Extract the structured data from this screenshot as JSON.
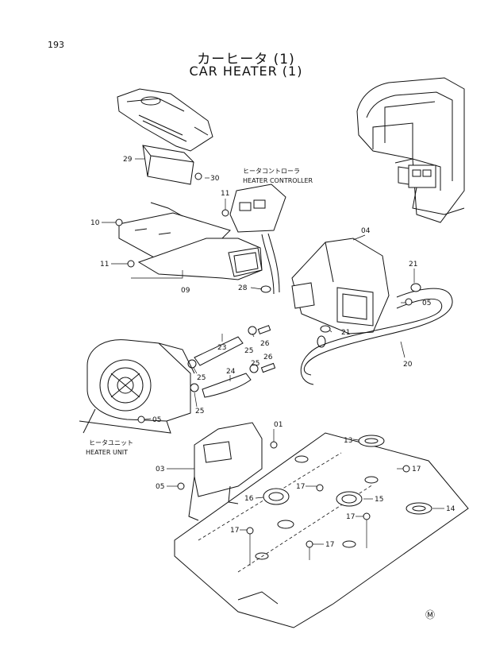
{
  "page": {
    "number": "193"
  },
  "title": {
    "jp": "カーヒータ (1)",
    "en": "CAR HEATER (1)"
  },
  "captions": {
    "controller_jp": "ヒータコントローラ",
    "controller_en": "HEATER CONTROLLER",
    "unit_jp": "ヒータユニット",
    "unit_en": "HEATER UNIT"
  },
  "callouts": {
    "c29": "29",
    "c30": "30",
    "c11a": "11",
    "c10": "10",
    "c11b": "11",
    "c09": "09",
    "c04": "04",
    "c21a": "21",
    "c05a": "05",
    "c28": "28",
    "c21b": "21",
    "c23": "23",
    "c25a": "25",
    "c26a": "26",
    "c26b": "26",
    "c25b": "25",
    "c20": "20",
    "c24": "24",
    "c25c": "25",
    "c25d": "25",
    "c05b": "05",
    "c01": "01",
    "c13": "13",
    "c03": "03",
    "c17a": "17",
    "c05c": "05",
    "c17b": "17",
    "c16": "16",
    "c15": "15",
    "c14": "14",
    "c17c": "17",
    "c17d": "17",
    "c17e": "17"
  },
  "mark": "Ⓜ"
}
